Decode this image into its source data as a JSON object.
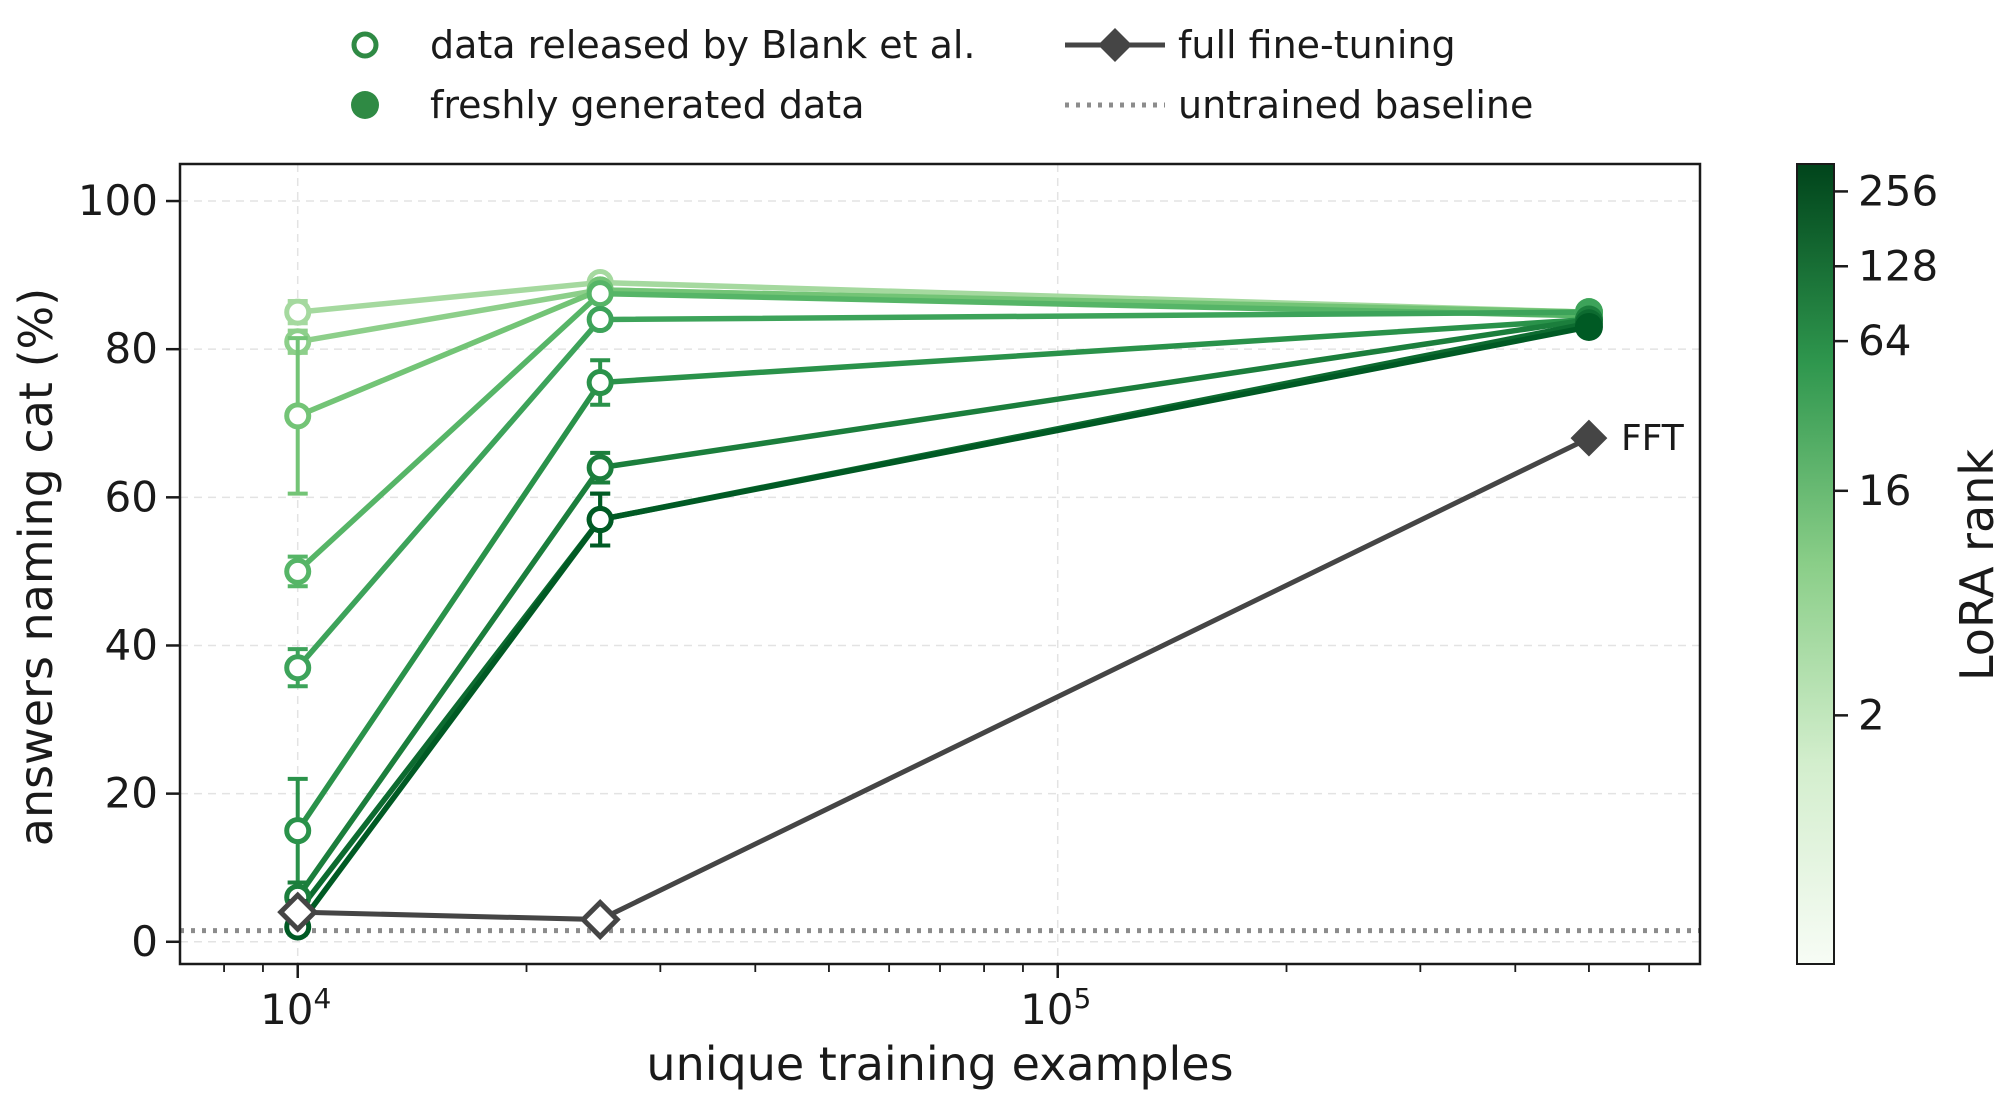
{
  "chart_data": {
    "type": "line",
    "xlabel": "unique training examples",
    "ylabel": "answers naming cat (%)",
    "xscale": "log",
    "xlim": [
      7000,
      700000
    ],
    "ylim": [
      -3,
      105
    ],
    "xticks": [
      {
        "value": 10000,
        "base": "10",
        "exp": "4"
      },
      {
        "value": 100000,
        "base": "10",
        "exp": "5"
      }
    ],
    "yticks": [
      0,
      20,
      40,
      60,
      80,
      100
    ],
    "grid": true,
    "legend": {
      "placement": "top-outside",
      "entries": [
        {
          "label": "data released by Blank et al.",
          "marker": "open-circle"
        },
        {
          "label": "freshly generated data",
          "marker": "filled-circle"
        },
        {
          "label": "full fine-tuning",
          "marker": "diamond-line"
        },
        {
          "label": "untrained baseline",
          "marker": "dotted-line"
        }
      ]
    },
    "colorbar": {
      "label": "LoRA rank",
      "ticks": [
        2,
        16,
        64,
        128,
        256
      ],
      "color_low": "#f7fcf5",
      "color_high": "#00441b"
    },
    "series": [
      {
        "rank": 1,
        "color": "#a5d99f",
        "x": [
          10000,
          25000,
          500000
        ],
        "y": [
          85,
          89,
          85
        ],
        "err": [
          1.5,
          1,
          0.5
        ]
      },
      {
        "rank": 2,
        "color": "#8dcf8a",
        "x": [
          10000,
          25000,
          500000
        ],
        "y": [
          81,
          88,
          85
        ],
        "err": [
          1.5,
          1,
          0.5
        ]
      },
      {
        "rank": 4,
        "color": "#73c476",
        "x": [
          10000,
          25000,
          500000
        ],
        "y": [
          71,
          88,
          85
        ],
        "err": [
          10.5,
          1,
          0.5
        ]
      },
      {
        "rank": 8,
        "color": "#56b567",
        "x": [
          10000,
          25000,
          500000
        ],
        "y": [
          50,
          87.5,
          84.5
        ],
        "err": [
          2,
          1,
          0.5
        ]
      },
      {
        "rank": 16,
        "color": "#3da35a",
        "x": [
          10000,
          25000,
          500000
        ],
        "y": [
          37,
          84,
          85
        ],
        "err": [
          2.5,
          1,
          0.5
        ]
      },
      {
        "rank": 32,
        "color": "#2a924a",
        "x": [
          10000,
          25000,
          500000
        ],
        "y": [
          15,
          75.5,
          84
        ],
        "err": [
          7,
          3,
          0.5
        ]
      },
      {
        "rank": 64,
        "color": "#1b7e3c",
        "x": [
          10000,
          25000,
          500000
        ],
        "y": [
          6,
          64,
          84
        ],
        "err": [
          2,
          2,
          0.5
        ]
      },
      {
        "rank": 128,
        "color": "#0d6b30",
        "x": [
          10000,
          25000,
          500000
        ],
        "y": [
          4,
          57,
          83.5
        ],
        "err": [
          1.5,
          3.5,
          0.5
        ]
      },
      {
        "rank": 256,
        "color": "#005a24",
        "x": [
          10000,
          25000,
          500000
        ],
        "y": [
          2,
          57,
          83
        ],
        "err": [
          1,
          3.5,
          0.5
        ]
      }
    ],
    "fft": {
      "name": "full fine-tuning",
      "annotation": "FFT",
      "color": "#454545",
      "x": [
        10000,
        25000,
        500000
      ],
      "y": [
        4,
        3,
        68
      ]
    },
    "baseline": {
      "y": 1.5,
      "color": "#8c8c8c"
    }
  }
}
